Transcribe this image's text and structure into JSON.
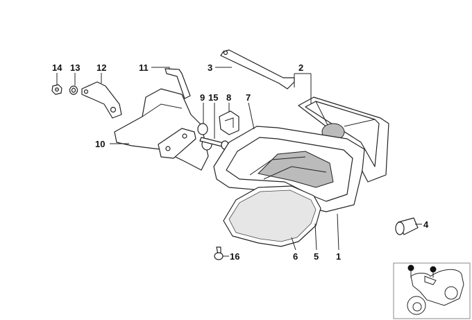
{
  "diagram": {
    "title": "Turn signal assembly exploded view",
    "callouts": [
      {
        "id": "14",
        "label": "14"
      },
      {
        "id": "13",
        "label": "13"
      },
      {
        "id": "12",
        "label": "12"
      },
      {
        "id": "11",
        "label": "11"
      },
      {
        "id": "3",
        "label": "3"
      },
      {
        "id": "2",
        "label": "2"
      },
      {
        "id": "9",
        "label": "9"
      },
      {
        "id": "15",
        "label": "15"
      },
      {
        "id": "8",
        "label": "8"
      },
      {
        "id": "7",
        "label": "7"
      },
      {
        "id": "10",
        "label": "10"
      },
      {
        "id": "4",
        "label": "4"
      },
      {
        "id": "16",
        "label": "16"
      },
      {
        "id": "6",
        "label": "6"
      },
      {
        "id": "5",
        "label": "5"
      },
      {
        "id": "1",
        "label": "1"
      }
    ]
  },
  "colors": {
    "line": "#222222",
    "background": "#ffffff"
  }
}
